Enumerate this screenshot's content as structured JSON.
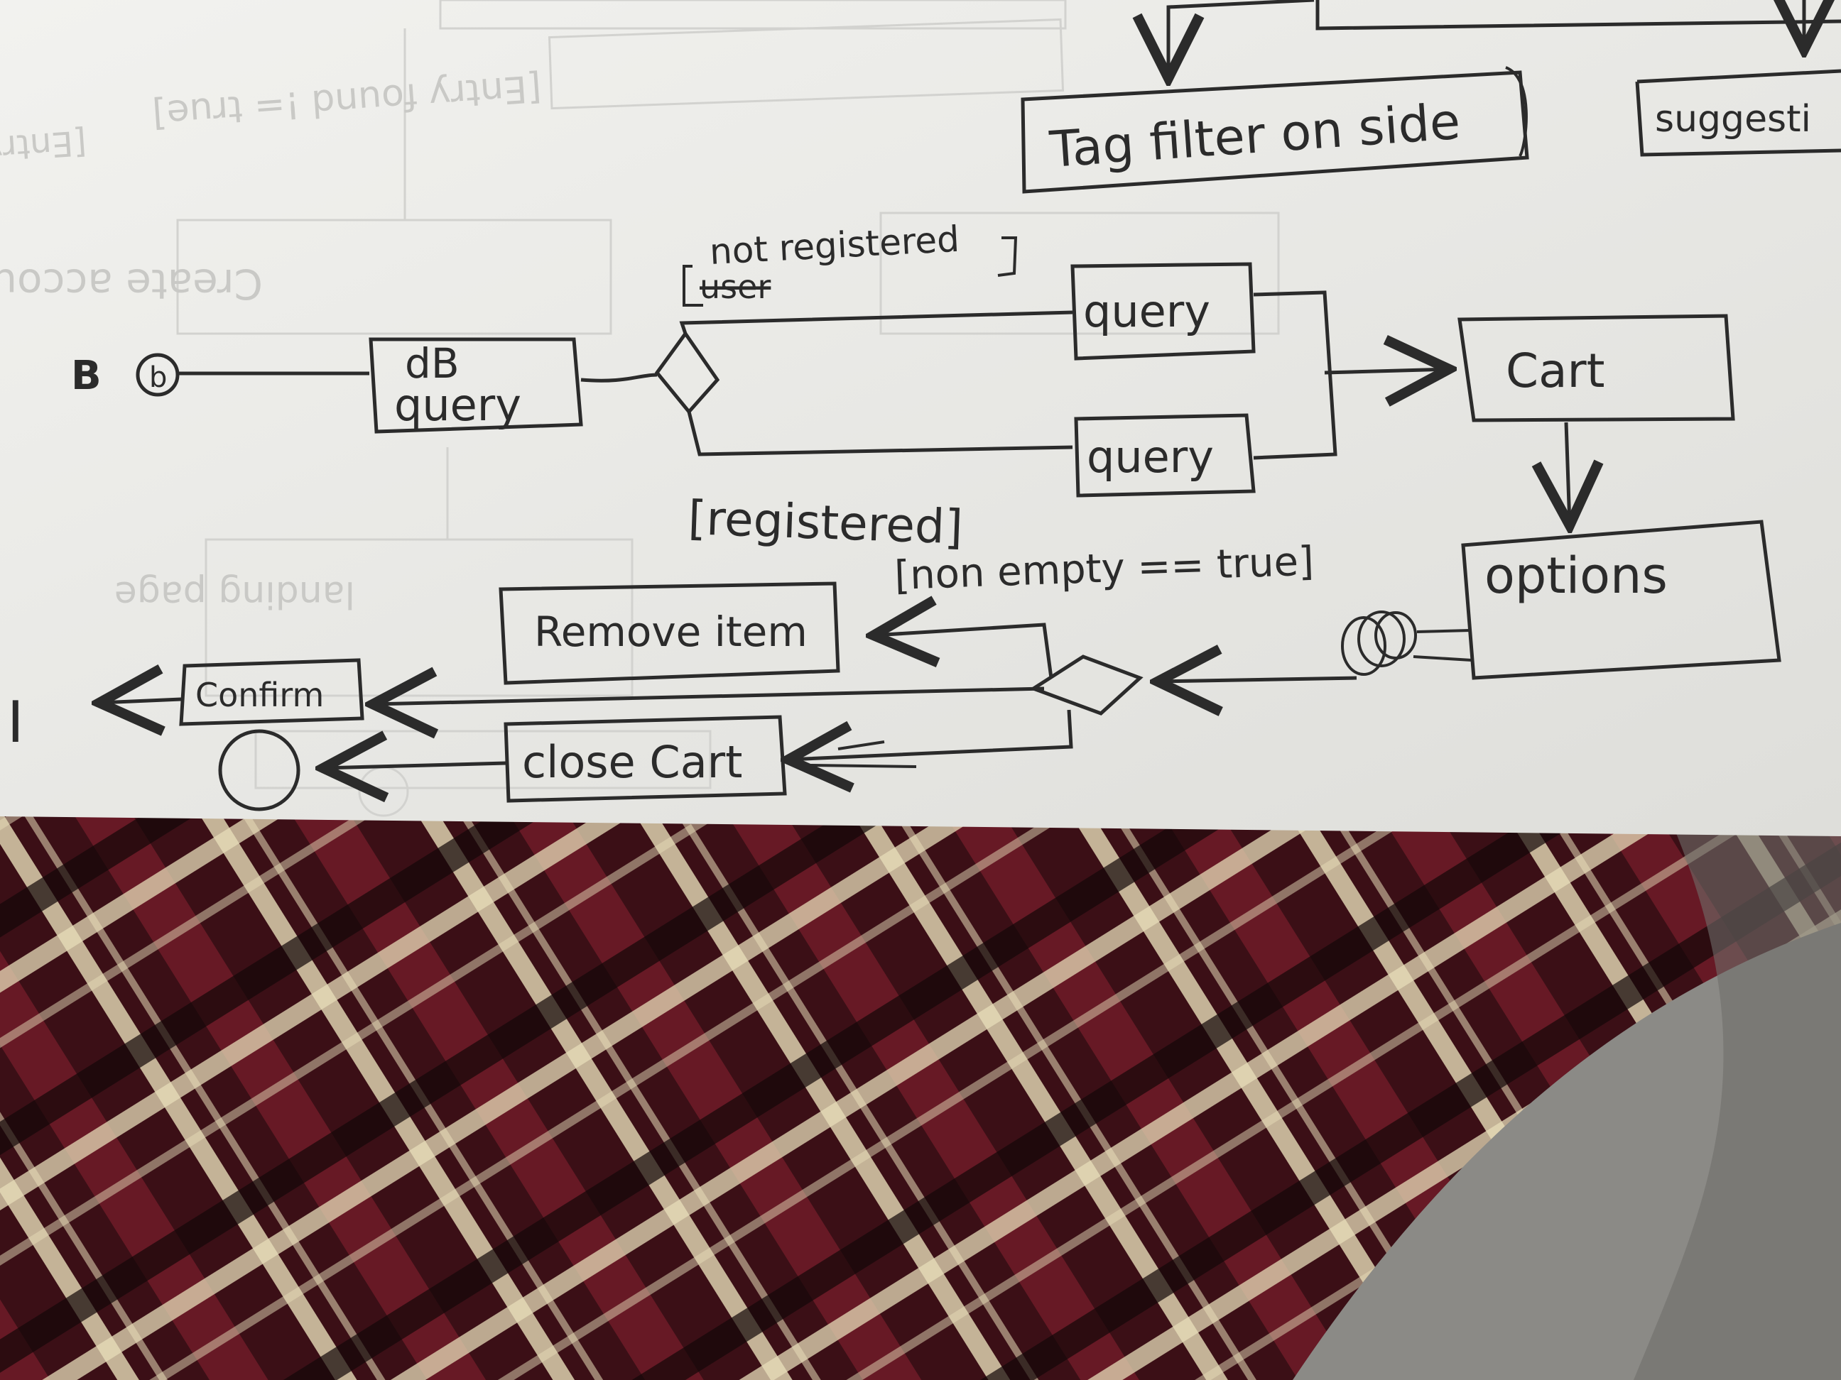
{
  "diagram": {
    "nodes": {
      "tag_filter": "Tag filter on side",
      "suggestions": "suggesti",
      "db_query": [
        "dB",
        "query"
      ],
      "query_top": "query",
      "query_bottom": "query",
      "cart": "Cart",
      "options": "options",
      "remove_item": "Remove item",
      "confirm": "Confirm",
      "close_cart": "close Cart"
    },
    "guards": {
      "not_registered": "not registered",
      "user_struck": "user",
      "registered": "[registered]",
      "non_empty": "[non empty == true]"
    },
    "markers": {
      "start_label": "B",
      "start_symbol": "b",
      "end_label": "I"
    },
    "faded_background_text": {
      "entry_found": "[Entry found != true]",
      "entry_found_left": "[Entry found = t",
      "create_account": "Create account",
      "landing_page": "landing page"
    }
  },
  "colors": {
    "paper": "#eeeeec",
    "ink": "#2b2b2b",
    "ghost_ink": "#c9c9c6",
    "cloth_dark": "#3b0f16",
    "cloth_red": "#6e1b28",
    "cloth_cream": "#e6dcb8",
    "floor": "#8b8a86"
  }
}
